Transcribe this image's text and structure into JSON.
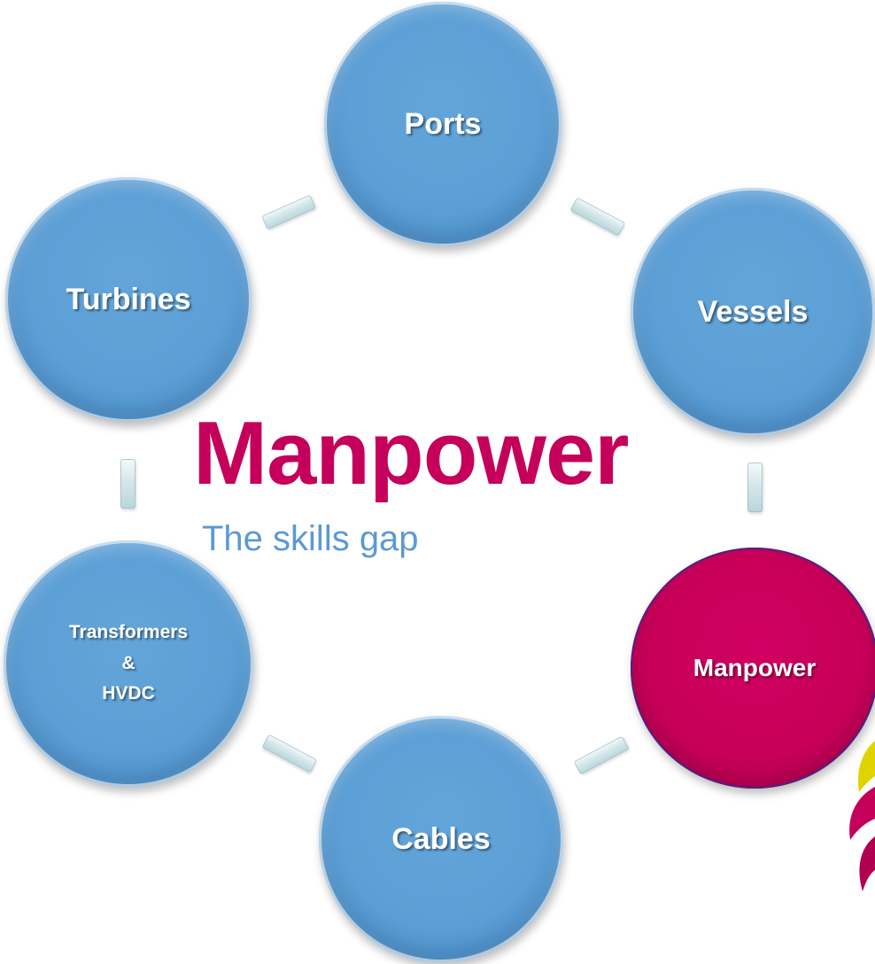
{
  "diagram": {
    "title": "Manpower",
    "subtitle": "The skills gap",
    "nodes": [
      {
        "id": "ports",
        "label": "Ports",
        "active": false
      },
      {
        "id": "vessels",
        "label": "Vessels",
        "active": false
      },
      {
        "id": "manpower",
        "label": "Manpower",
        "active": true
      },
      {
        "id": "cables",
        "label": "Cables",
        "active": false
      },
      {
        "id": "transformers",
        "label_lines": [
          "Transformers",
          "&",
          "HVDC"
        ],
        "active": false
      },
      {
        "id": "turbines",
        "label": "Turbines",
        "active": false
      }
    ]
  },
  "colors": {
    "node_blue": "#5c9fd6",
    "node_active": "#c70058",
    "title": "#c5005a",
    "subtitle": "#5b9ad2",
    "connector": "#c9e0e4",
    "logo_yellow": "#e0d400",
    "logo_magenta": "#c5005a"
  }
}
